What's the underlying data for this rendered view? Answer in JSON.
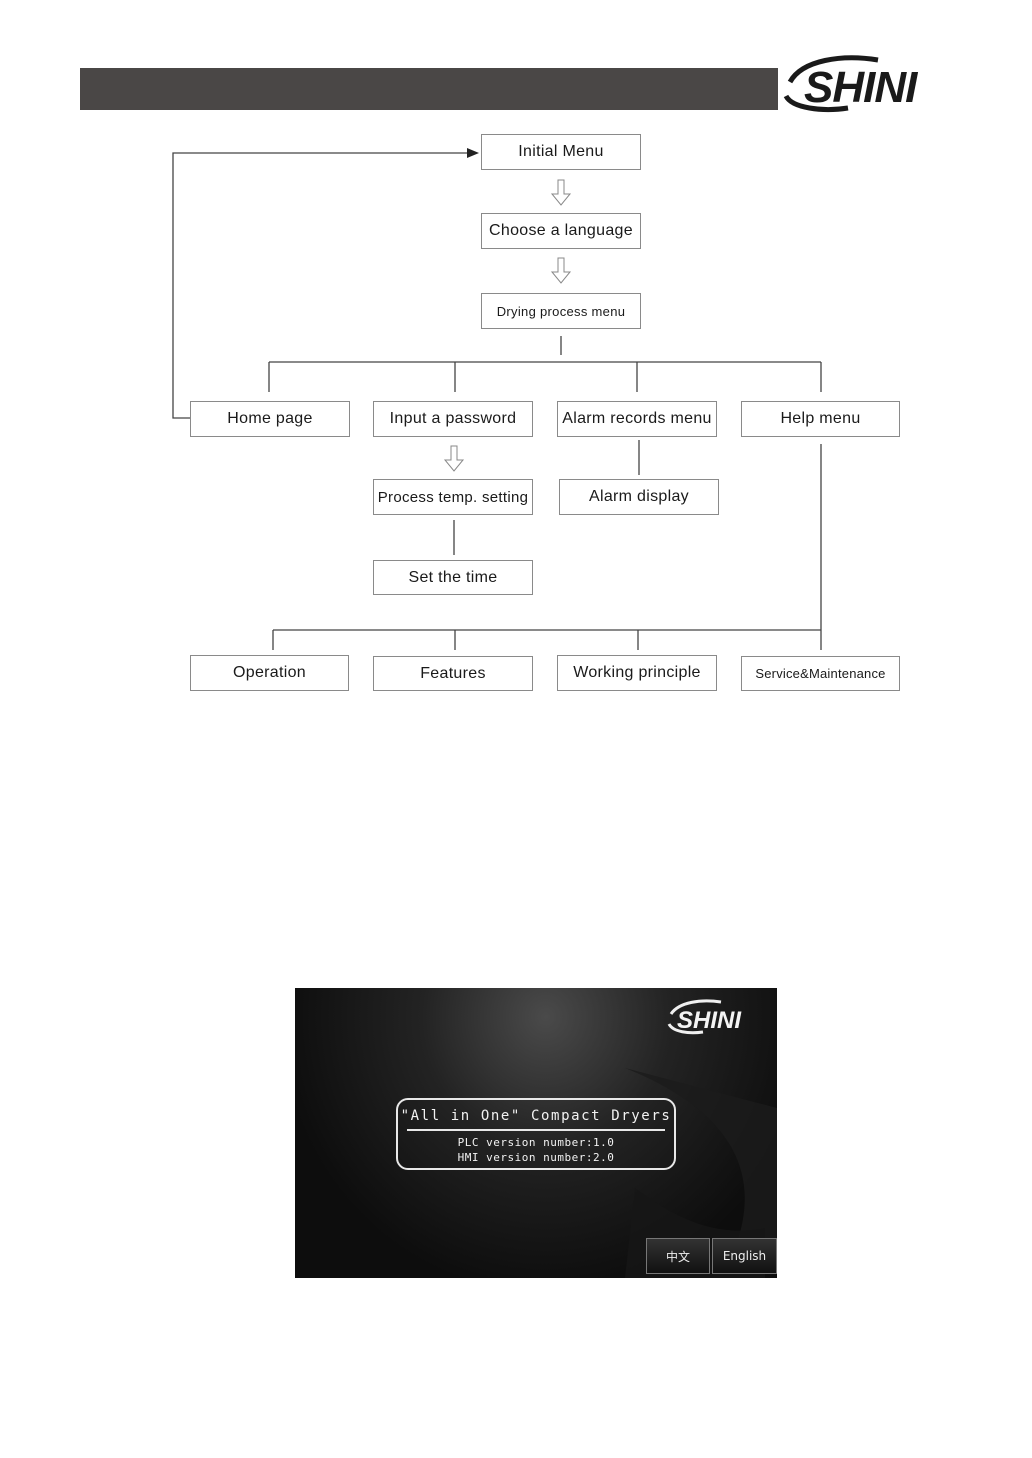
{
  "brand": {
    "logo_text": "SHINI",
    "accent": "#1a1a1a",
    "header_bar_color": "#4a4746"
  },
  "flowchart": {
    "initial_menu": "Initial Menu",
    "choose_language": "Choose a language",
    "drying_process_menu": "Drying process menu",
    "home_page": "Home page",
    "input_password": "Input a password",
    "alarm_records_menu": "Alarm records menu",
    "help_menu": "Help menu",
    "process_temp_setting": "Process temp. setting",
    "alarm_display": "Alarm display",
    "set_the_time": "Set the time",
    "operation": "Operation",
    "features": "Features",
    "working_principle": "Working principle",
    "service_maintenance": "Service&Maintenance"
  },
  "hmi_screen": {
    "logo_text": "SHINI",
    "title": "\"All in One\" Compact Dryers",
    "plc_version": "PLC version number:1.0",
    "hmi_version": "HMI version number:2.0",
    "lang_chinese": "中文",
    "lang_english": "English"
  }
}
